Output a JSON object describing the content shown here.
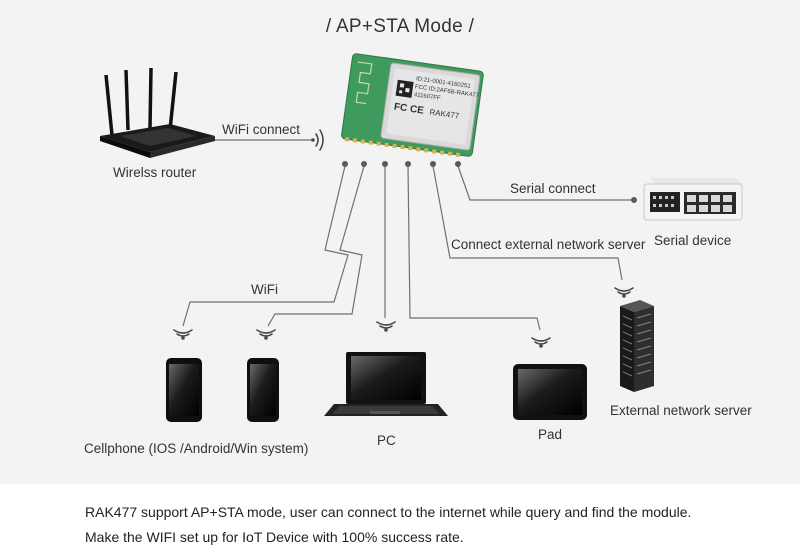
{
  "title": "/ AP+STA Mode /",
  "module": {
    "chip_lines": [
      "ID:21-0001-4160251",
      "FCC ID:2AF6B-RAK477",
      "411607FF"
    ],
    "brand": "RAK477",
    "fc_mark": "FC CE"
  },
  "labels": {
    "wifi_connect": "WiFi connect",
    "wireless_router": "Wirelss router",
    "serial_connect": "Serial connect",
    "serial_device": "Serial device",
    "connect_external": "Connect external network server",
    "wifi": "WiFi",
    "cellphone": "Cellphone (IOS /Android/Win system)",
    "pc": "PC",
    "pad": "Pad",
    "external_server": "External network server"
  },
  "caption": [
    "RAK477 support AP+STA mode, user can connect to the internet while query and find the module.",
    "Make the WIFI set up for IoT Device with 100% success rate."
  ],
  "colors": {
    "background": "#f3f3f3",
    "line": "#6f6f6f",
    "pcb": "#3f9a5e",
    "device": "#1a1a1a"
  }
}
